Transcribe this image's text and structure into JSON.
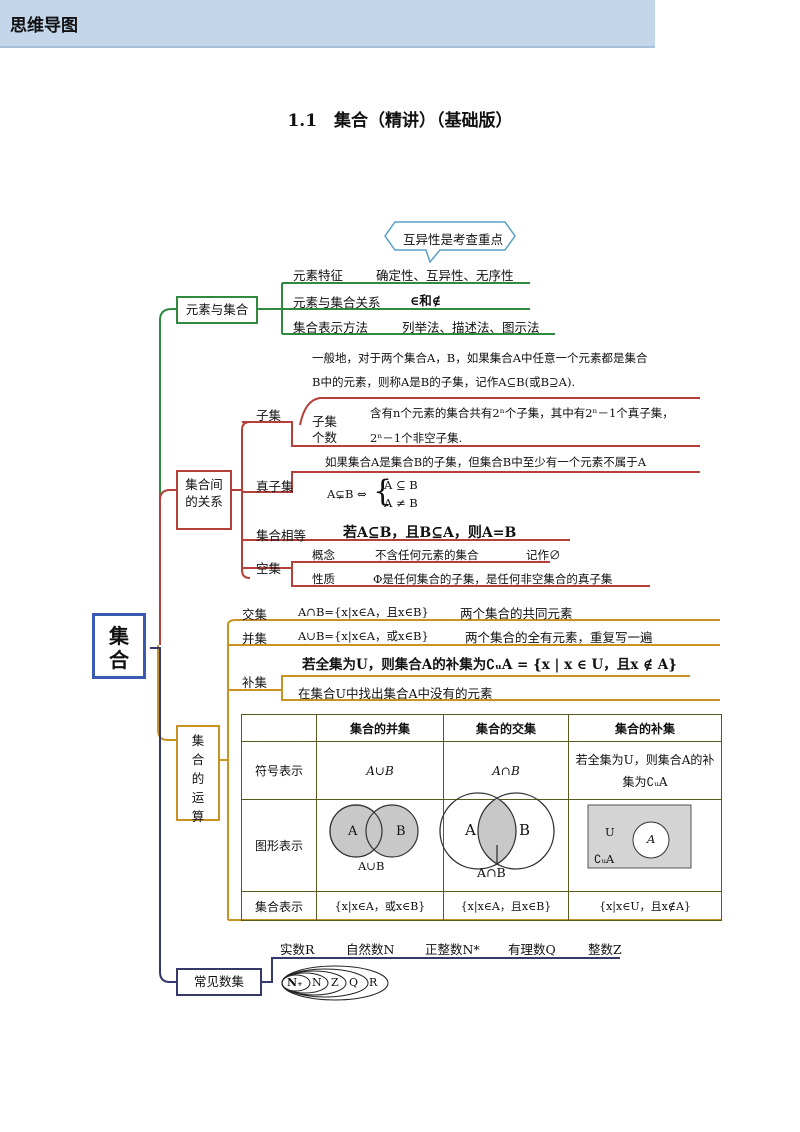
{
  "title": "1.1　集合（精讲）（基础版）",
  "banner": "思维导图",
  "callout": "互异性是考查重点",
  "root": "集合",
  "branch1": {
    "label": "元素与集合",
    "items": [
      {
        "k": "元素特征",
        "v": "确定性、互异性、无序性"
      },
      {
        "k": "元素与集合关系",
        "v": "∈和∉"
      },
      {
        "k": "集合表示方法",
        "v": "列举法、描述法、图示法"
      }
    ]
  },
  "branch2": {
    "label": "集合间的关系",
    "subset_def_line1": "一般地，对于两个集合A，B，如果集合A中任意一个元素都是集合",
    "subset_def_line2": "B中的元素，则称A是B的子集，记作A⊆B(或B⊇A).",
    "subset": "子集",
    "subset_count_label": "子集个数",
    "subset_count_line1": "含有n个元素的集合共有2ⁿ个子集，其中有2ⁿ－1个真子集，",
    "subset_count_line2": "2ⁿ－1个非空子集.",
    "proper": "真子集",
    "proper_def": "如果集合A是集合B的子集，但集合B中至少有一个元素不属于A",
    "proper_formula_left": "A⊊B ⇔",
    "proper_formula_1": "A ⊆ B",
    "proper_formula_2": "A ≠ B",
    "equal": "集合相等",
    "equal_def": "若A⊆B，且B⊆A，则A=B",
    "empty": "空集",
    "empty_concept": "概念",
    "empty_concept_v": "不含任何元素的集合",
    "empty_notation": "记作∅",
    "empty_property": "性质",
    "empty_property_v": "Φ是任何集合的子集，是任何非空集合的真子集"
  },
  "branch3": {
    "label": "集合的运算",
    "intersect": "交集",
    "intersect_formula": "A∩B={x|x∈A，且x∈B}",
    "intersect_desc": "两个集合的共同元素",
    "union": "并集",
    "union_formula": "A∪B={x|x∈A，或x∈B}",
    "union_desc": "两个集合的全有元素，重复写一遍",
    "complement": "补集",
    "complement_formula": "若全集为U，则集合A的补集为∁ᵤA = {x | x ∈ U，且x ∉ A}",
    "complement_desc": "在集合U中找出集合A中没有的元素",
    "table": {
      "headers": [
        "",
        "集合的并集",
        "集合的交集",
        "集合的补集"
      ],
      "row1": [
        "符号表示",
        "A∪B",
        "A∩B",
        "若全集为U，则集合A的补集为∁ᵤA"
      ],
      "row2_label": "图形表示",
      "venn_a": "A",
      "venn_b": "B",
      "venn_union_label": "A∪B",
      "venn_intersect_label": "A∩B",
      "venn_u": "U",
      "venn_comp_label": "∁ᵤA",
      "row3": [
        "集合表示",
        "{x|x∈A，或x∈B}",
        "{x|x∈A，且x∈B}",
        "{x|x∈U，且x∉A}"
      ]
    }
  },
  "branch4": {
    "label": "常见数集",
    "sets": [
      "实数R",
      "自然数N",
      "正整数N*",
      "有理数Q",
      "整数Z"
    ],
    "nested": [
      "N₊",
      "N",
      "Z",
      "Q",
      "R"
    ]
  }
}
